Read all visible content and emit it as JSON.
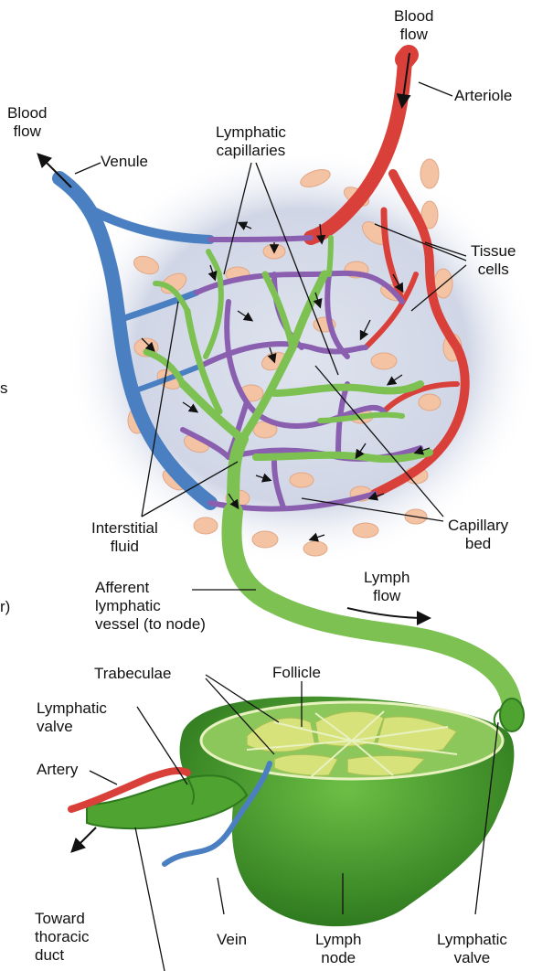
{
  "labels": {
    "blood_flow_top": "Blood\nflow",
    "arteriole": "Arteriole",
    "blood_flow_left": "Blood\nflow",
    "venule": "Venule",
    "lymphatic_capillaries": "Lymphatic\ncapillaries",
    "tissue_cells": "Tissue\ncells",
    "interstitial_fluid": "Interstitial\nfluid",
    "capillary_bed": "Capillary\nbed",
    "afferent_vessel": "Afferent\nlymphatic\nvessel (to node)",
    "lymph_flow": "Lymph\nflow",
    "trabeculae": "Trabeculae",
    "follicle": "Follicle",
    "lymphatic_valve_left": "Lymphatic\nvalve",
    "artery": "Artery",
    "toward_thoracic_duct": "Toward\nthoracic\nduct",
    "vein": "Vein",
    "lymph_node": "Lymph\nnode",
    "lymphatic_valve_right": "Lymphatic\nvalve",
    "edge_fragment_1": "s",
    "edge_fragment_2": "r)"
  },
  "colors": {
    "artery": "#d9403a",
    "vein": "#4a7fc1",
    "capillary_mix": "#8a5fb0",
    "lymph_vessel": "#7cc152",
    "lymph_node": "#4fa330",
    "follicle": "#d7e27a",
    "tissue_cell": "#f3c3a3",
    "interstitial_glow": "#c9cfe0"
  }
}
